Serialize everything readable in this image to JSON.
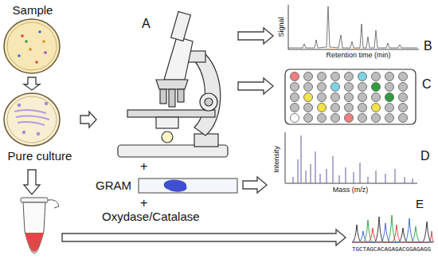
{
  "diagram": {
    "nodes": [
      {
        "text": [
          "Sample"
        ]
      },
      {
        "text": [
          "Pure culture"
        ]
      },
      {
        "text": [
          "A"
        ]
      },
      {
        "text": [
          "GRAM"
        ]
      },
      {
        "text": [
          "B",
          "Signal",
          "Retention time (min)"
        ]
      },
      {
        "text": [
          "C"
        ]
      },
      {
        "text": [
          "D",
          "Intensity",
          "Mass (m/z)"
        ]
      },
      {
        "text": [
          "E",
          "TGCTAGCACAGAGACGGAGAGG"
        ]
      }
    ],
    "edges": [
      {
        "from": 0,
        "to": 1,
        "arrow": "to"
      },
      {
        "from": 1,
        "to": 2,
        "arrow": "to"
      },
      {
        "from": 2,
        "to": 4,
        "arrow": "to"
      },
      {
        "from": 2,
        "to": 5,
        "arrow": "to"
      },
      {
        "from": 3,
        "to": 6,
        "arrow": "to"
      }
    ],
    "labels": [
      "+",
      "+",
      "Oxydase/Catalase"
    ]
  }
}
